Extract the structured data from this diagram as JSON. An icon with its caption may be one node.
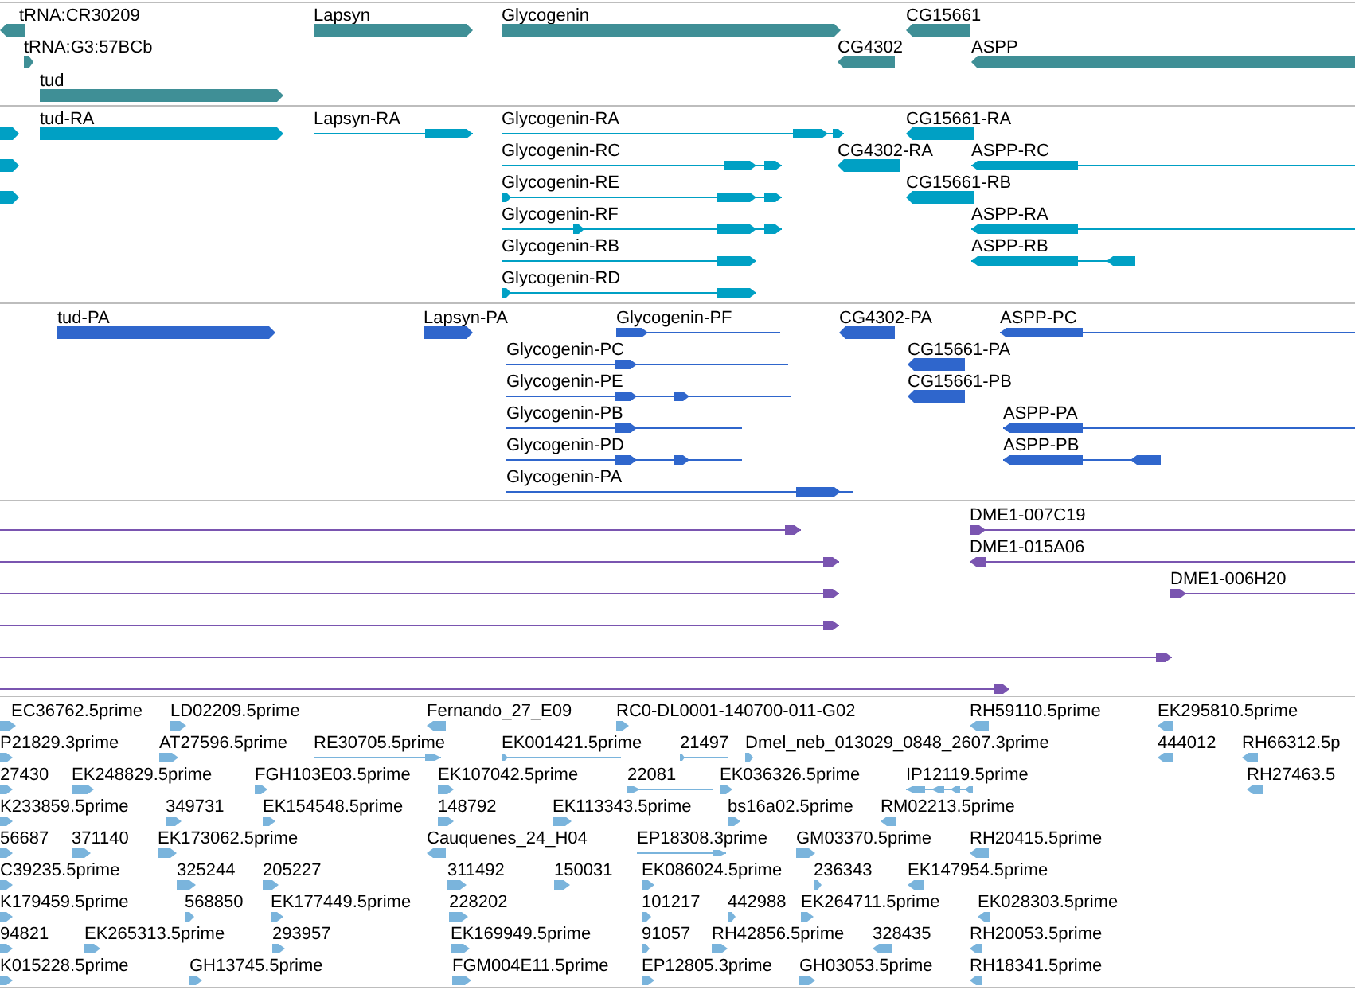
{
  "diagram": {
    "nodes": [
      {
        "text": [
          "tRNA:CR30209"
        ]
      },
      {
        "text": [
          "tRNA:G3:57BCb"
        ]
      },
      {
        "text": [
          "tud"
        ]
      },
      {
        "text": [
          "Lapsyn"
        ]
      },
      {
        "text": [
          "Glycogenin"
        ]
      },
      {
        "text": [
          "CG15661"
        ]
      },
      {
        "text": [
          "CG4302"
        ]
      },
      {
        "text": [
          "ASPP"
        ]
      },
      {
        "text": [],
        "shape": "arrow"
      },
      {
        "text": [],
        "shape": "arrow"
      },
      {
        "text": [],
        "shape": "arrow"
      },
      {
        "text": [
          "tud-RA"
        ]
      },
      {
        "text": [
          "Lapsyn-RA"
        ]
      },
      {
        "text": [
          "Glycogenin-RA"
        ]
      },
      {
        "text": [
          "Glycogenin-RC"
        ]
      },
      {
        "text": [
          "Glycogenin-RE"
        ]
      },
      {
        "text": [
          "Glycogenin-RF"
        ]
      },
      {
        "text": [
          "Glycogenin-RB"
        ]
      },
      {
        "text": [
          "Glycogenin-RD"
        ]
      },
      {
        "text": [
          "CG15661-RA"
        ]
      },
      {
        "text": [
          "CG4302-RA"
        ]
      },
      {
        "text": [
          "ASPP-RC"
        ]
      },
      {
        "text": [
          "CG15661-RB"
        ]
      },
      {
        "text": [
          "ASPP-RA"
        ]
      },
      {
        "text": [
          "ASPP-RB"
        ]
      },
      {
        "text": [
          "tud-PA"
        ]
      },
      {
        "text": [
          "Lapsyn-PA"
        ]
      },
      {
        "text": [
          "Glycogenin-PF"
        ]
      },
      {
        "text": [
          "CG4302-PA"
        ]
      },
      {
        "text": [
          "ASPP-PC"
        ]
      },
      {
        "text": [
          "Glycogenin-PC"
        ]
      },
      {
        "text": [
          "CG15661-PA"
        ]
      },
      {
        "text": [
          "Glycogenin-PE"
        ]
      },
      {
        "text": [
          "CG15661-PB"
        ]
      },
      {
        "text": [
          "Glycogenin-PB"
        ]
      },
      {
        "text": [
          "ASPP-PA"
        ]
      },
      {
        "text": [
          "Glycogenin-PD"
        ]
      },
      {
        "text": [
          "ASPP-PB"
        ]
      },
      {
        "text": [
          "Glycogenin-PA"
        ]
      },
      {
        "text": [],
        "shape": "line"
      },
      {
        "text": [],
        "shape": "line"
      },
      {
        "text": [],
        "shape": "line"
      },
      {
        "text": [],
        "shape": "line"
      },
      {
        "text": [],
        "shape": "line"
      },
      {
        "text": [],
        "shape": "line"
      },
      {
        "text": [
          "DME1-007C19"
        ]
      },
      {
        "text": [
          "DME1-015A06"
        ]
      },
      {
        "text": [
          "DME1-006H20"
        ]
      },
      {
        "text": [
          "EC36762.5prime"
        ]
      },
      {
        "text": [
          "LD02209.5prime"
        ]
      },
      {
        "text": [
          "Fernando_27_E09"
        ]
      },
      {
        "text": [
          "RC0-DL0001-140700-011-G02"
        ]
      },
      {
        "text": [
          "RH59110.5prime"
        ]
      },
      {
        "text": [
          "EK295810.5prime"
        ]
      },
      {
        "text": [
          "P21829.3prime"
        ]
      },
      {
        "text": [
          "AT27596.5prime"
        ]
      },
      {
        "text": [
          "RE30705.5prime"
        ]
      },
      {
        "text": [
          "EK001421.5prime"
        ]
      },
      {
        "text": [
          "21497"
        ]
      },
      {
        "text": [
          "Dmel_neb_013029_0848_2607.3prime"
        ]
      },
      {
        "text": [
          "444012"
        ]
      },
      {
        "text": [
          "RH66312.5p"
        ]
      },
      {
        "text": [
          "27430"
        ]
      },
      {
        "text": [
          "EK248829.5prime"
        ]
      },
      {
        "text": [
          "FGH103E03.5prime"
        ]
      },
      {
        "text": [
          "EK107042.5prime"
        ]
      },
      {
        "text": [
          "22081"
        ]
      },
      {
        "text": [
          "EK036326.5prime"
        ]
      },
      {
        "text": [
          "IP12119.5prime"
        ]
      },
      {
        "text": [
          "RH27463.5"
        ]
      },
      {
        "text": [
          "K233859.5prime"
        ]
      },
      {
        "text": [
          "349731"
        ]
      },
      {
        "text": [
          "EK154548.5prime"
        ]
      },
      {
        "text": [
          "148792"
        ]
      },
      {
        "text": [
          "EK113343.5prime"
        ]
      },
      {
        "text": [
          "bs16a02.5prime"
        ]
      },
      {
        "text": [
          "RM02213.5prime"
        ]
      },
      {
        "text": [
          "56687"
        ]
      },
      {
        "text": [
          "371140"
        ]
      },
      {
        "text": [
          "EK173062.5prime"
        ]
      },
      {
        "text": [
          "Cauquenes_24_H04"
        ]
      },
      {
        "text": [
          "EP18308.3prime"
        ]
      },
      {
        "text": [
          "GM03370.5prime"
        ]
      },
      {
        "text": [
          "RH20415.5prime"
        ]
      },
      {
        "text": [
          "C39235.5prime"
        ]
      },
      {
        "text": [
          "325244"
        ]
      },
      {
        "text": [
          "205227"
        ]
      },
      {
        "text": [
          "311492"
        ]
      },
      {
        "text": [
          "150031"
        ]
      },
      {
        "text": [
          "EK086024.5prime"
        ]
      },
      {
        "text": [
          "236343"
        ]
      },
      {
        "text": [
          "EK147954.5prime"
        ]
      },
      {
        "text": [
          "K179459.5prime"
        ]
      },
      {
        "text": [
          "568850"
        ]
      },
      {
        "text": [
          "EK177449.5prime"
        ]
      },
      {
        "text": [
          "228202"
        ]
      },
      {
        "text": [
          "101217"
        ]
      },
      {
        "text": [
          "442988"
        ]
      },
      {
        "text": [
          "EK264711.5prime"
        ]
      },
      {
        "text": [
          "EK028303.5prime"
        ]
      },
      {
        "text": [
          "94821"
        ]
      },
      {
        "text": [
          "EK265313.5prime"
        ]
      },
      {
        "text": [
          "293957"
        ]
      },
      {
        "text": [
          "EK169949.5prime"
        ]
      },
      {
        "text": [
          "91057"
        ]
      },
      {
        "text": [
          "RH42856.5prime"
        ]
      },
      {
        "text": [
          "328435"
        ]
      },
      {
        "text": [
          "RH20053.5prime"
        ]
      },
      {
        "text": [
          "K015228.5prime"
        ]
      },
      {
        "text": [
          "GH13745.5prime"
        ]
      },
      {
        "text": [
          "FGM004E11.5prime"
        ]
      },
      {
        "text": [
          "EP12805.3prime"
        ]
      },
      {
        "text": [
          "GH03053.5prime"
        ]
      },
      {
        "text": [
          "RH18341.5prime"
        ]
      }
    ]
  }
}
